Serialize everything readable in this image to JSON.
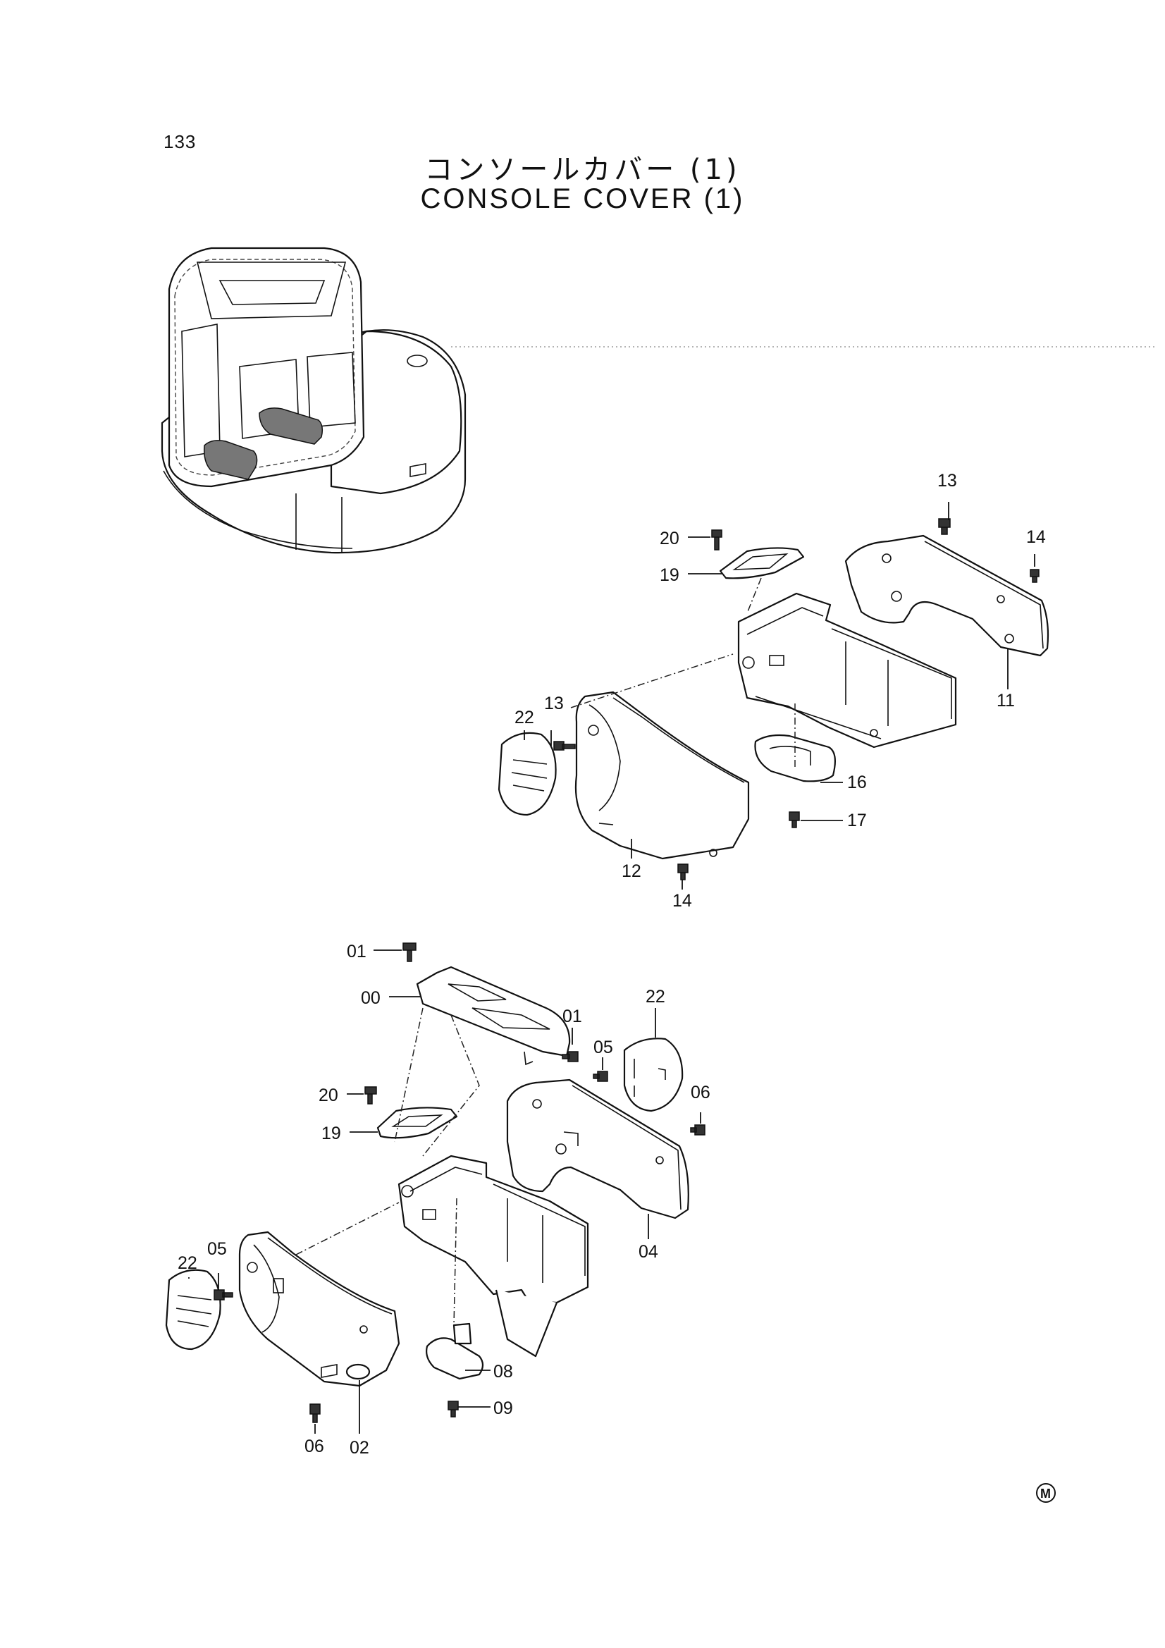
{
  "page_number": "133",
  "title_jp": "コンソールカバー (1)",
  "title_en": "CONSOLE COVER (1)",
  "mark_letter": "M",
  "upper_assembly": {
    "callouts": [
      "13",
      "20",
      "19",
      "14",
      "22",
      "13",
      "11",
      "16",
      "17",
      "12",
      "14"
    ]
  },
  "lower_assembly": {
    "callouts": [
      "01",
      "00",
      "01",
      "05",
      "22",
      "20",
      "19",
      "06",
      "22",
      "05",
      "04",
      "08",
      "09",
      "06",
      "02"
    ]
  }
}
